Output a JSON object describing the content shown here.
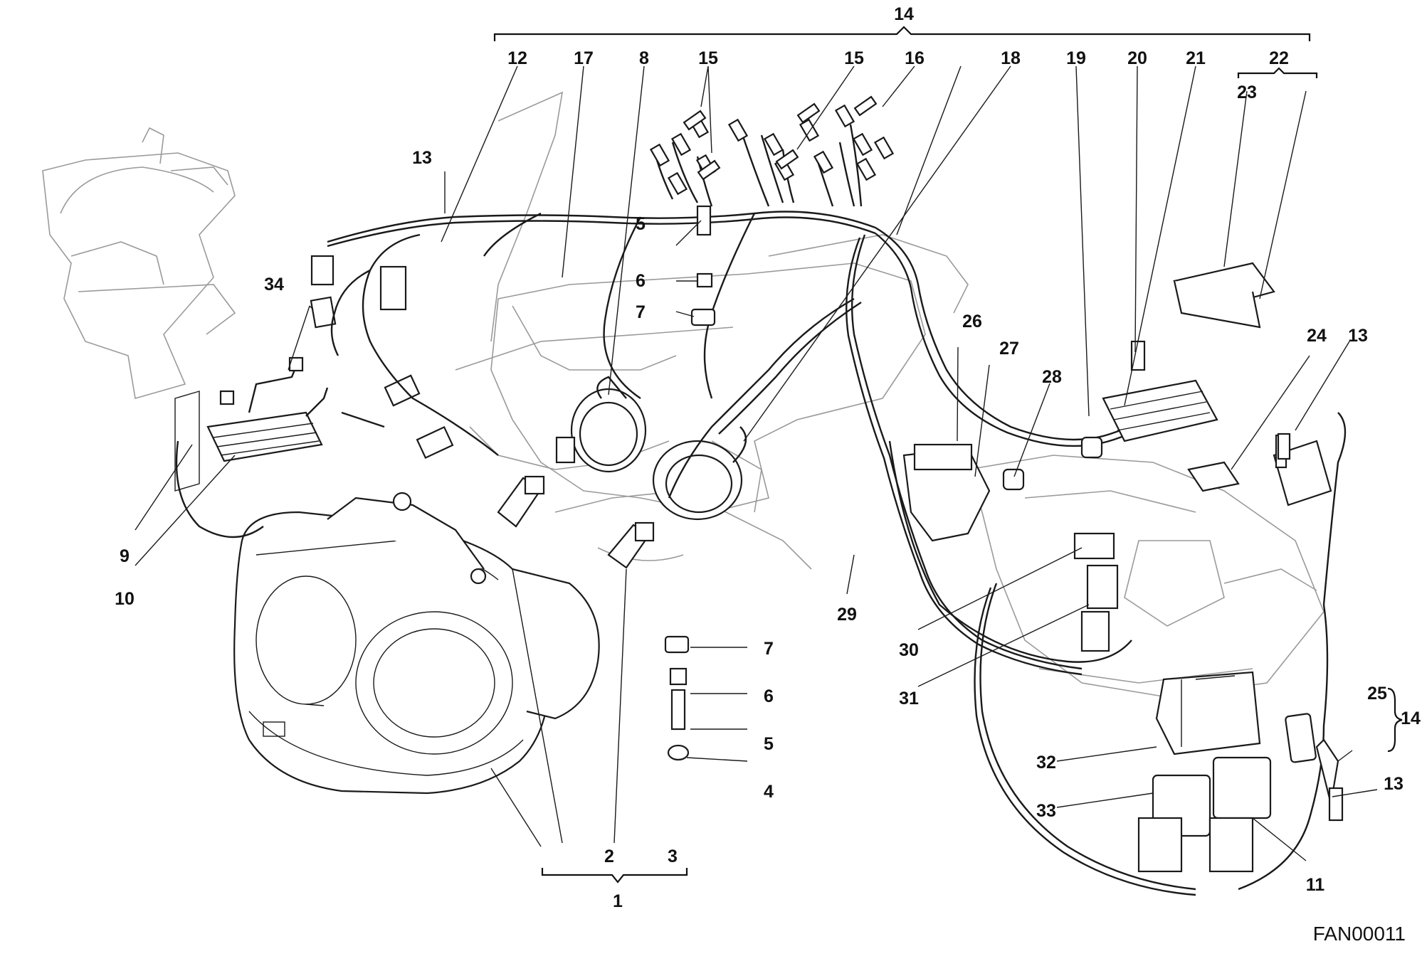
{
  "diagram": {
    "drawing_code": "FAN00011",
    "callouts": {
      "c14_top": "14",
      "c12": "12",
      "c17": "17",
      "c8": "8",
      "c15_a": "15",
      "c15_b": "15",
      "c16": "16",
      "c18": "18",
      "c19": "19",
      "c20": "20",
      "c21": "21",
      "c22": "22",
      "c23": "23",
      "c13_a": "13",
      "c34": "34",
      "c5_a": "5",
      "c6_a": "6",
      "c7_a": "7",
      "c26": "26",
      "c27": "27",
      "c28": "28",
      "c24": "24",
      "c13_b": "13",
      "c9": "9",
      "c10": "10",
      "c29": "29",
      "c30": "30",
      "c31": "31",
      "c7_b": "7",
      "c6_b": "6",
      "c5_b": "5",
      "c4": "4",
      "c25": "25",
      "c14_side": "14",
      "c13_c": "13",
      "c32": "32",
      "c33": "33",
      "c11": "11",
      "c2": "2",
      "c3": "3",
      "c1": "1"
    }
  }
}
